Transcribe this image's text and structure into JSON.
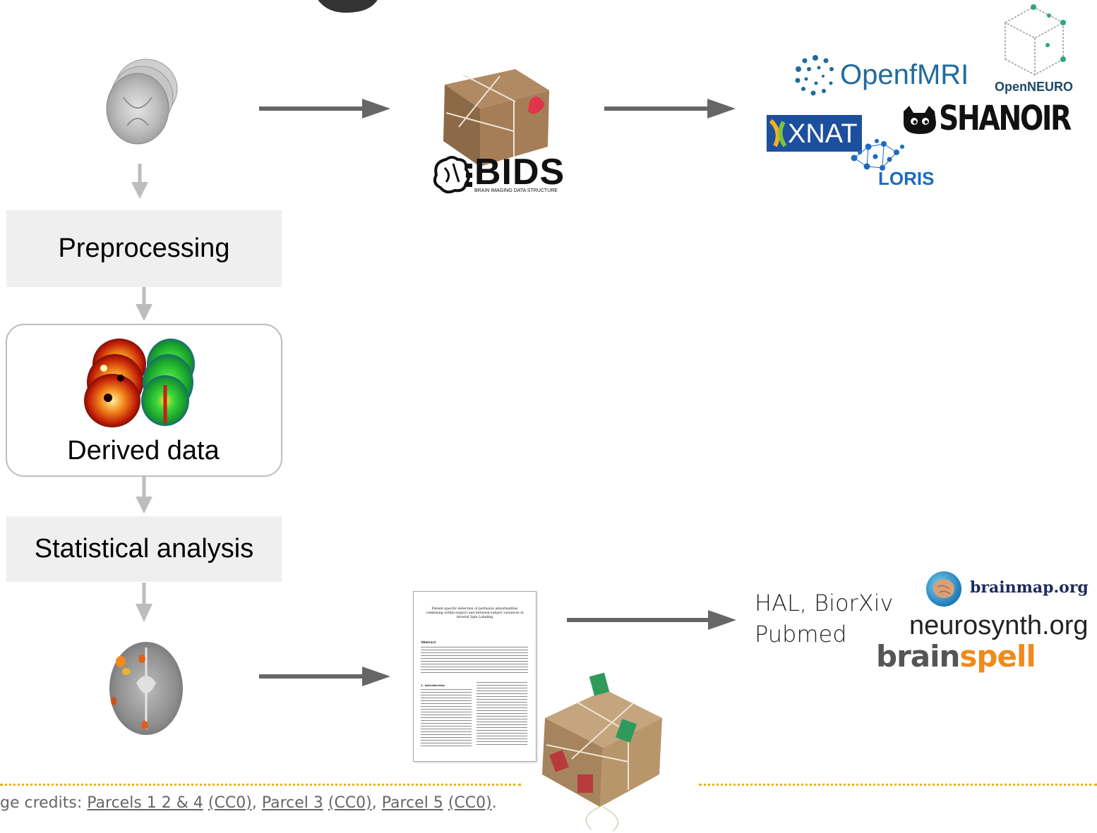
{
  "stages": {
    "preprocessing": "Preprocessing",
    "derived_data": "Derived data",
    "statistical_analysis": "Statistical analysis"
  },
  "bids": {
    "logo_text": "BIDS",
    "subtitle": "BRAIN IMAGING DATA STRUCTURE"
  },
  "repositories": {
    "openfmri": "OpenfMRI",
    "openneuro": "OpenNEURO",
    "xnat": "XNAT",
    "shanoir": "SHANOIR",
    "loris": "LORIS"
  },
  "publication": {
    "line1": "HAL, BiorXiv",
    "line2": "Pubmed",
    "brainmap": "brainmap.org",
    "neurosynth": "neurosynth.org",
    "brainspell_a": "brain",
    "brainspell_b": "spell"
  },
  "paper": {
    "title": "Patient-specific detection of perfusion abnormalities combining within-subject and between-subject variances in Arterial Spin Labeling",
    "section_abstract": "Abstract",
    "section_intro": "1. Introduction"
  },
  "credits": {
    "prefix": "ge credits: ",
    "link1": "Parcels 1 2 & 4",
    "lic1": "(CC0)",
    "sep1": ", ",
    "link2": "Parcel 3",
    "lic2": "(CC0)",
    "sep2": ", ",
    "link3": "Parcel 5",
    "lic3": "(CC0)",
    "end": "."
  },
  "colors": {
    "arrow_dark": "#666666",
    "arrow_light": "#bdbdbd",
    "box_fill": "#efefef",
    "openfmri_blue": "#1f6b9e",
    "xnat_bg": "#1c4f9e",
    "loris_blue": "#1b6cc0",
    "brainmap_navy": "#1d2b5c",
    "brainspell_gray": "#555555",
    "brainspell_orange": "#f08a1d",
    "dotted": "#f0b000"
  }
}
